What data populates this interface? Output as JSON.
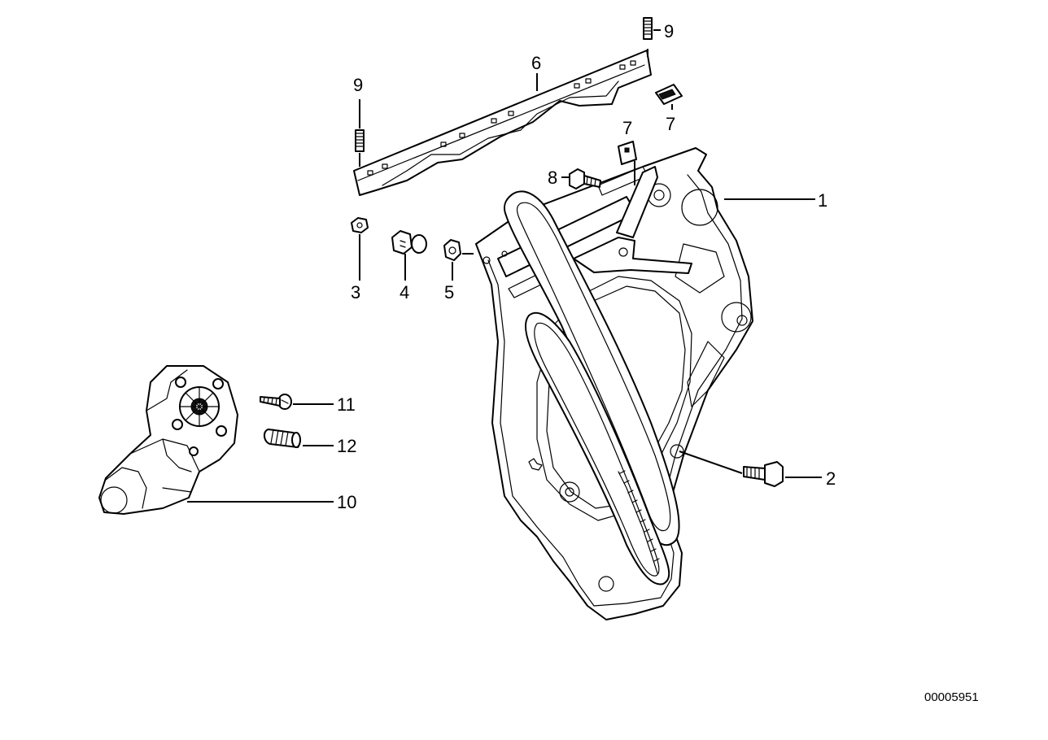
{
  "diagram": {
    "document_id": "00005951",
    "callouts": {
      "c1": "1",
      "c2": "2",
      "c3": "3",
      "c4": "4",
      "c5": "5",
      "c6": "6",
      "c7a": "7",
      "c7b": "7",
      "c8": "8",
      "c9a": "9",
      "c9b": "9",
      "c10": "10",
      "c11": "11",
      "c12": "12"
    }
  }
}
